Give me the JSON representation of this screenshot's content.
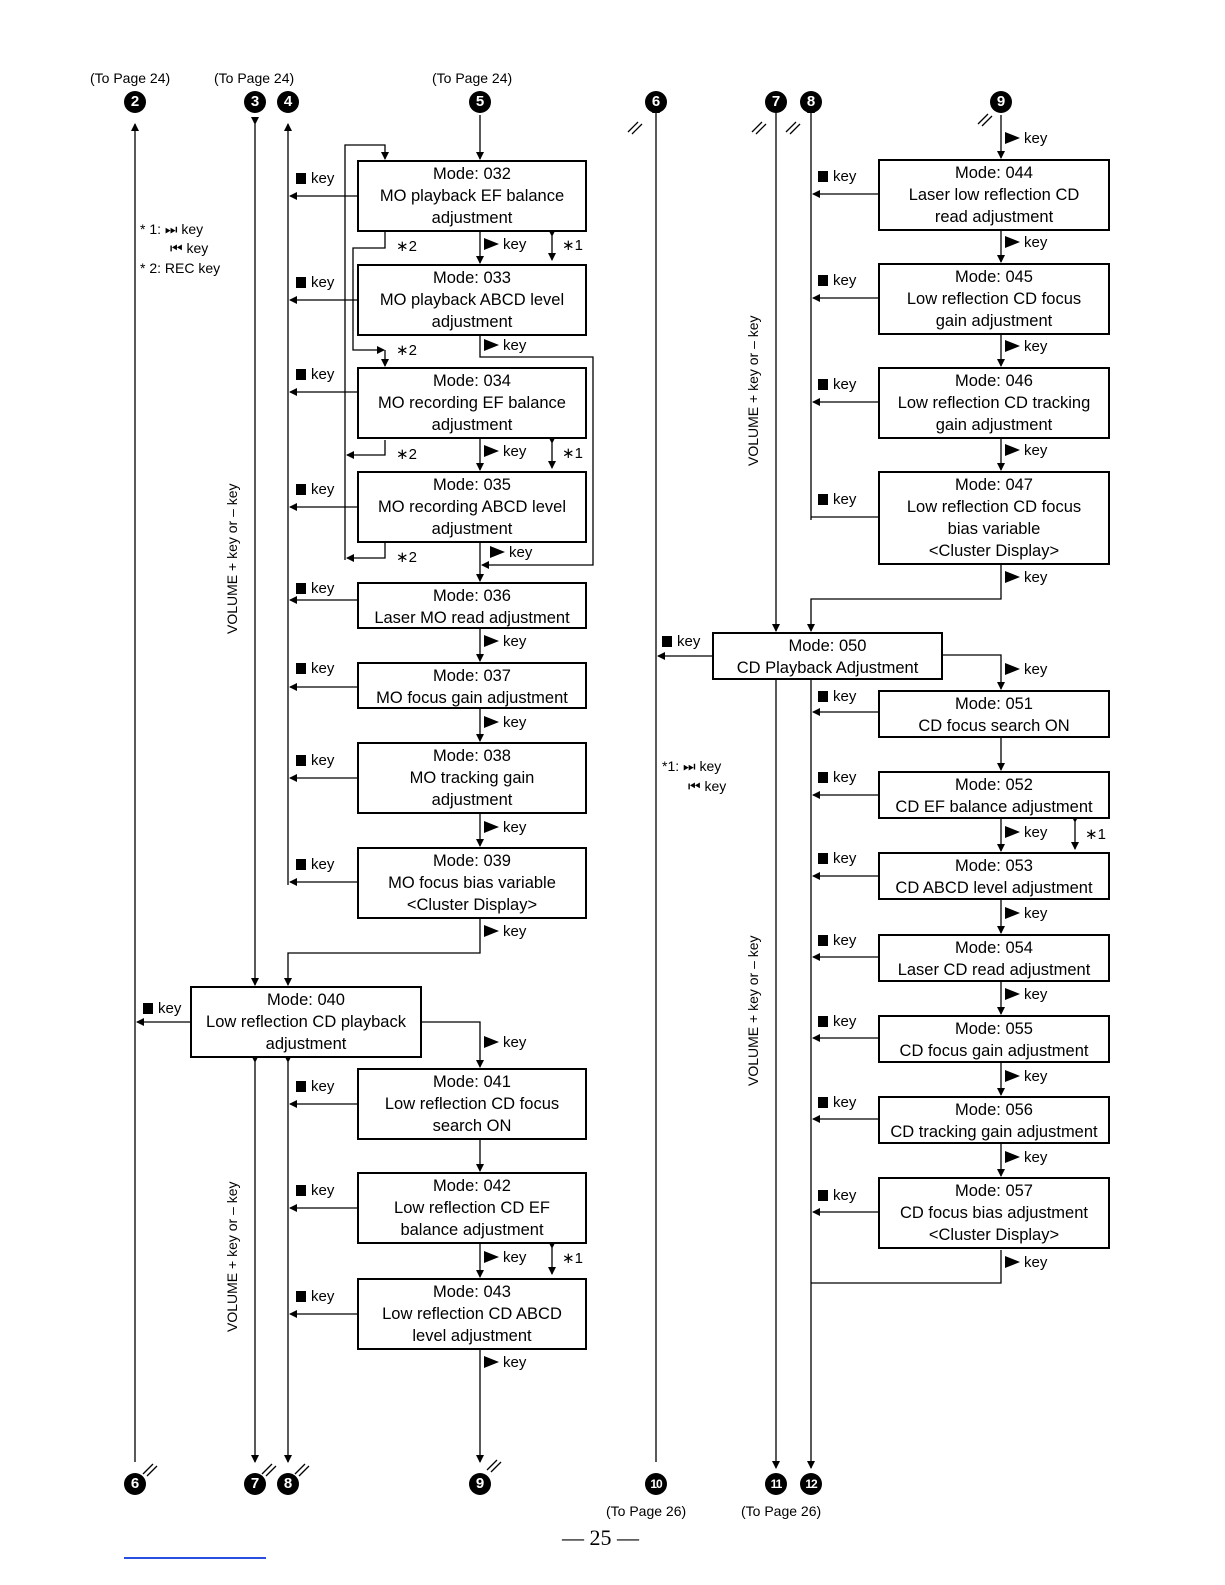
{
  "page": {
    "page_number": "— 25 —",
    "top_refs": [
      {
        "id": "ref-2",
        "text": "(To Page 24)"
      },
      {
        "id": "ref-3-4",
        "text": "(To Page 24)"
      },
      {
        "id": "ref-5",
        "text": "(To Page 24)"
      }
    ],
    "bottom_refs": [
      {
        "id": "ref-10",
        "text": "(To Page 26)"
      },
      {
        "id": "ref-11-12",
        "text": "(To Page 26)"
      }
    ]
  },
  "connectors": {
    "top": [
      "2",
      "3",
      "4",
      "5",
      "6",
      "7",
      "8",
      "9"
    ],
    "bottom": [
      "6",
      "7",
      "8",
      "9",
      "10",
      "11",
      "12"
    ]
  },
  "legend_left": {
    "line1": "* 1: ⏭ key",
    "line2": "⏮ key",
    "line3": "* 2: REC key"
  },
  "legend_mid": {
    "line1": "*1: ⏭ key",
    "line2": "⏮ key"
  },
  "keys": {
    "stop": "key",
    "play": "key",
    "star1": "∗1",
    "star2": "∗2",
    "volume": "VOLUME + key or – key"
  },
  "modes": {
    "m032": [
      "Mode: 032",
      "MO playback EF balance",
      "adjustment"
    ],
    "m033": [
      "Mode: 033",
      "MO playback ABCD level",
      "adjustment"
    ],
    "m034": [
      "Mode: 034",
      "MO recording EF balance",
      "adjustment"
    ],
    "m035": [
      "Mode: 035",
      "MO recording ABCD level",
      "adjustment"
    ],
    "m036": [
      "Mode: 036",
      "Laser MO read adjustment"
    ],
    "m037": [
      "Mode: 037",
      "MO focus gain adjustment"
    ],
    "m038": [
      "Mode: 038",
      "MO tracking gain",
      "adjustment"
    ],
    "m039": [
      "Mode: 039",
      "MO focus bias variable",
      "<Cluster Display>"
    ],
    "m040": [
      "Mode: 040",
      "Low reflection CD playback",
      "adjustment"
    ],
    "m041": [
      "Mode: 041",
      "Low reflection CD focus",
      "search ON"
    ],
    "m042": [
      "Mode: 042",
      "Low reflection CD EF",
      "balance adjustment"
    ],
    "m043": [
      "Mode: 043",
      "Low reflection CD ABCD",
      "level adjustment"
    ],
    "m044": [
      "Mode: 044",
      "Laser low reflection CD",
      "read adjustment"
    ],
    "m045": [
      "Mode: 045",
      "Low reflection CD focus",
      "gain adjustment"
    ],
    "m046": [
      "Mode: 046",
      "Low reflection CD tracking",
      "gain adjustment"
    ],
    "m047": [
      "Mode: 047",
      "Low reflection CD focus",
      "bias variable",
      "<Cluster Display>"
    ],
    "m050": [
      "Mode: 050",
      "CD Playback Adjustment"
    ],
    "m051": [
      "Mode: 051",
      "CD focus search ON"
    ],
    "m052": [
      "Mode: 052",
      "CD EF balance adjustment"
    ],
    "m053": [
      "Mode: 053",
      "CD ABCD level adjustment"
    ],
    "m054": [
      "Mode: 054",
      "Laser CD read adjustment"
    ],
    "m055": [
      "Mode: 055",
      "CD focus gain adjustment"
    ],
    "m056": [
      "Mode: 056",
      "CD tracking gain adjustment"
    ],
    "m057": [
      "Mode: 057",
      "CD focus bias adjustment",
      "<Cluster Display>"
    ]
  }
}
